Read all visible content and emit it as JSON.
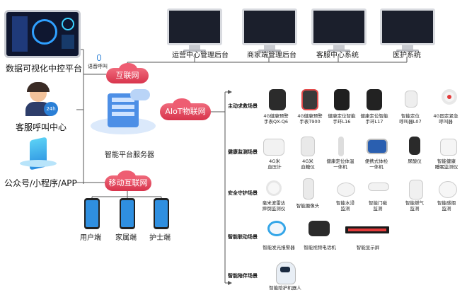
{
  "platforms": {
    "dashboard": "数据可视化中控平台",
    "call_center": "客服呼叫中心",
    "mobile_app": "公众号/小程序/APP"
  },
  "voice_call": "语音呼叫",
  "networks": {
    "internet": "互联网",
    "aiot": "AIoT物联网",
    "mobile_internet": "移动互联网"
  },
  "server": "智能平台服务器",
  "systems": [
    "运营中心管理后台",
    "商家端管理后台",
    "客服中心系统",
    "医护系统"
  ],
  "clients": [
    "用户端",
    "家属端",
    "护士端"
  ],
  "badge_24h": "24h",
  "scenes": {
    "s1": {
      "title": "主动求救场景",
      "items": [
        "4G健康预警\n手表QX-Q6",
        "4G健康预警\n手表T900",
        "健康定位智能\n手环L16",
        "健康定位智能\n手环L17",
        "智能定位\n呼叫器L07",
        "4G固定紧急\n呼叫器"
      ]
    },
    "s2": {
      "title": "健康监测场景",
      "items": [
        "4G米\n血压计",
        "4G米\n血糖仪",
        "健康定位体温\n一体机",
        "便携式体检\n一体机",
        "尿酸仪",
        "智能健康\n睡眠监测仪"
      ]
    },
    "s3": {
      "title": "安全守护场景",
      "items": [
        "毫米波雷达\n摔倒监测仪",
        "智能摄像头",
        "智能水浸\n监测",
        "智能门磁\n监测",
        "智能燃气\n监测",
        "智能感烟\n监测"
      ]
    },
    "s4": {
      "title": "智能联动场景",
      "items": [
        "智能发光报警器",
        "智能视频电话机",
        "智能显示屏"
      ]
    },
    "s5": {
      "title": "智能陪伴场景",
      "items": [
        "智能陪护机器人"
      ]
    }
  },
  "colors": {
    "accent": "#e23b52",
    "line": "#555555"
  }
}
